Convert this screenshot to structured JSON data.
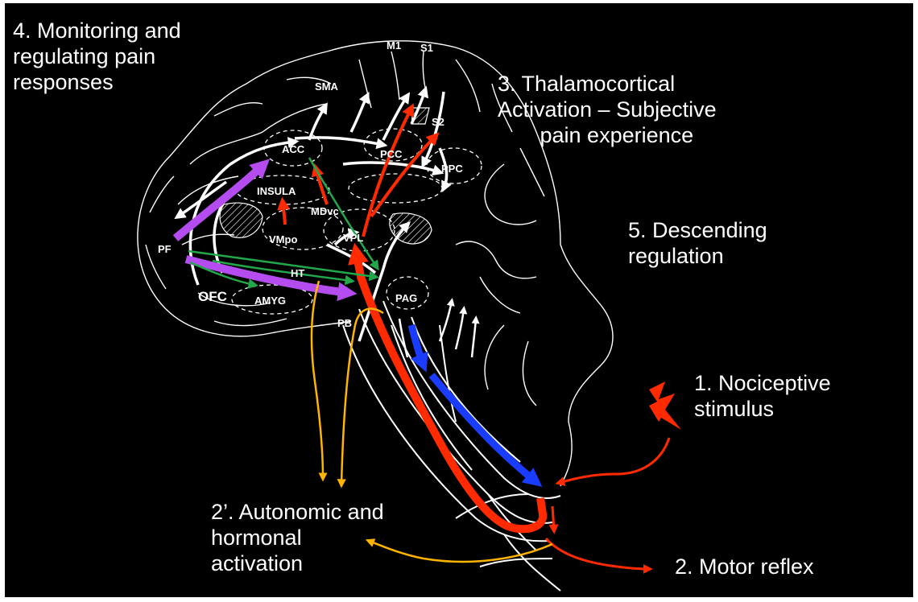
{
  "captions": {
    "monitoring": "4. Monitoring and\nregulating pain\nresponses",
    "thalamocortical": "3. Thalamocortical\nActivation – Subjective\n       pain experience",
    "descending": "5. Descending\nregulation",
    "nociceptive": "1. Nociceptive\nstimulus",
    "autonomic": "2’. Autonomic and\nhormonal\nactivation",
    "motor": "2. Motor reflex"
  },
  "regions": {
    "m1": "M1",
    "s1": "S1",
    "sma": "SMA",
    "acc": "ACC",
    "pcc": "PCC",
    "s2": "S2",
    "ppc": "PPC",
    "insula": "INSULA",
    "mdvc": "MDvc",
    "vmpo": "VMpo",
    "vpl": "VPL",
    "pf": "PF",
    "ht": "HT",
    "ofc": "OFC",
    "amyg": "AMYG",
    "pag": "PAG",
    "pb": "PB"
  },
  "colors": {
    "ascending": "#ff2a00",
    "descending": "#1a3cff",
    "prefrontal": "#b44cf0",
    "modulatory": "#22a84a",
    "autonomic": "#ffb400",
    "outline": "#ffffff",
    "background": "#000000"
  }
}
